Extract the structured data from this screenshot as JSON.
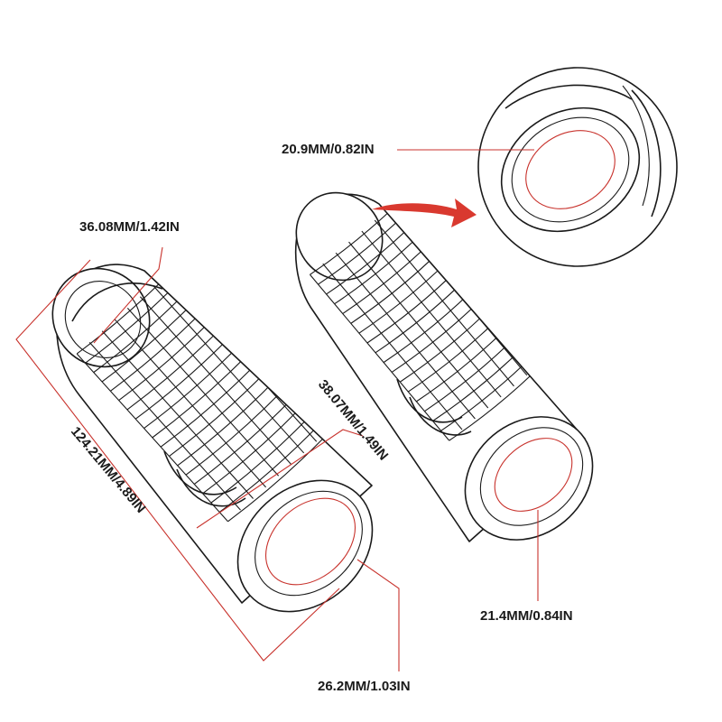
{
  "dimensions": {
    "left_grip_outer_end": "36.08MM/1.42IN",
    "left_grip_length": "124.21MM/4.89IN",
    "left_grip_outer_diameter": "38.07MM/1.49IN",
    "left_grip_inner_diameter": "26.2MM/1.03IN",
    "right_grip_closed_end_inner": "20.9MM/0.82IN",
    "right_grip_inner_diameter": "21.4MM/0.84IN"
  },
  "colors": {
    "line": "#1a1a1a",
    "dimension": "#c8322c",
    "arrow": "#d9392f",
    "background": "#ffffff"
  }
}
